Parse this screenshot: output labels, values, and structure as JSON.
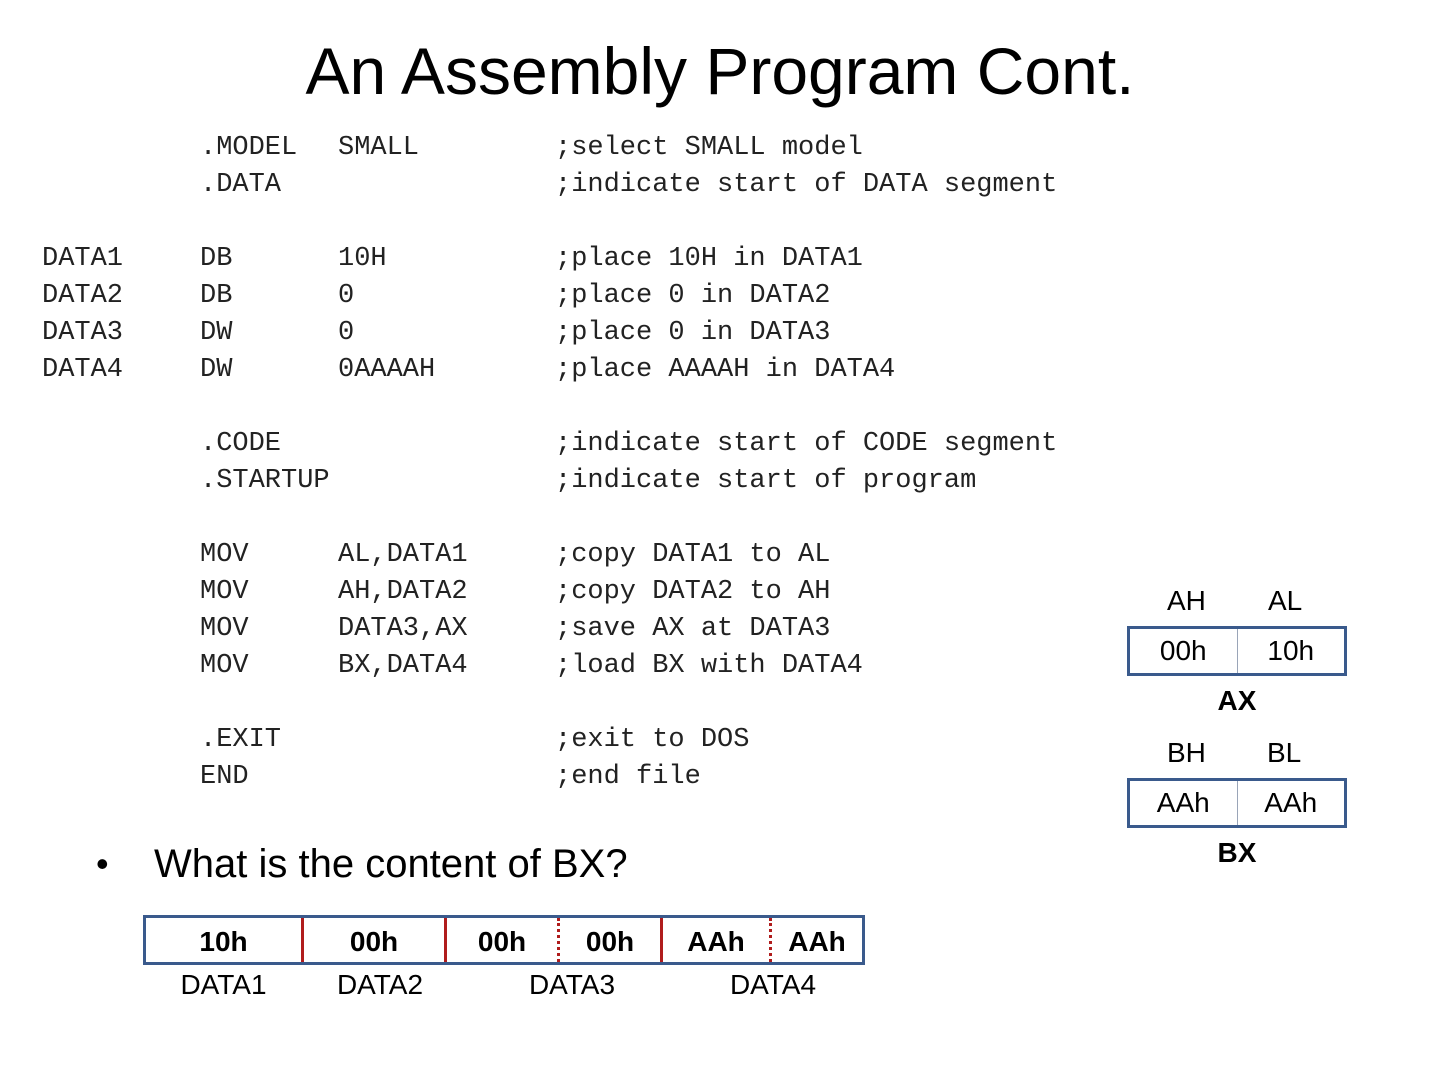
{
  "slide": {
    "title": "An Assembly Program Cont."
  },
  "code_lines": [
    {
      "label": "",
      "op": ".MODEL",
      "arg": "SMALL",
      "comment": ";select SMALL model"
    },
    {
      "label": "",
      "op": ".DATA",
      "arg": "",
      "comment": ";indicate start of DATA segment"
    },
    {
      "label": "DATA1",
      "op": "DB",
      "arg": "10H",
      "comment": ";place 10H in DATA1"
    },
    {
      "label": "DATA2",
      "op": "DB",
      "arg": "0",
      "comment": ";place 0 in DATA2"
    },
    {
      "label": "DATA3",
      "op": "DW",
      "arg": "0",
      "comment": ";place 0 in DATA3"
    },
    {
      "label": "DATA4",
      "op": "DW",
      "arg": "0AAAAH",
      "comment": ";place AAAAH in DATA4"
    },
    {
      "label": "",
      "op": ".CODE",
      "arg": "",
      "comment": ";indicate start of CODE segment"
    },
    {
      "label": "",
      "op": ".STARTUP",
      "arg": "",
      "comment": ";indicate start of program"
    },
    {
      "label": "",
      "op": "MOV",
      "arg": "AL,DATA1",
      "comment": ";copy DATA1 to AL"
    },
    {
      "label": "",
      "op": "MOV",
      "arg": "AH,DATA2",
      "comment": ";copy DATA2 to AH"
    },
    {
      "label": "",
      "op": "MOV",
      "arg": "DATA3,AX",
      "comment": ";save AX at DATA3"
    },
    {
      "label": "",
      "op": "MOV",
      "arg": "BX,DATA4",
      "comment": ";load BX with DATA4"
    },
    {
      "label": "",
      "op": ".EXIT",
      "arg": "",
      "comment": ";exit to DOS"
    },
    {
      "label": "",
      "op": "END",
      "arg": "",
      "comment": ";end file"
    }
  ],
  "registers": {
    "ax": {
      "high_label": "AH",
      "low_label": "AL",
      "high_value": "00h",
      "low_value": "10h",
      "name": "AX"
    },
    "bx": {
      "high_label": "BH",
      "low_label": "BL",
      "high_value": "AAh",
      "low_value": "AAh",
      "name": "BX"
    }
  },
  "question": {
    "bullet": "•",
    "text": "What is the content of BX?"
  },
  "memory": {
    "cells": [
      "10h",
      "00h",
      "00h",
      "00h",
      "AAh",
      "AAh"
    ],
    "labels": [
      "DATA1",
      "DATA2",
      "DATA3",
      "DATA4"
    ]
  },
  "colors": {
    "register_border": "#3a5a8c",
    "memory_separator": "#b01c1c"
  }
}
